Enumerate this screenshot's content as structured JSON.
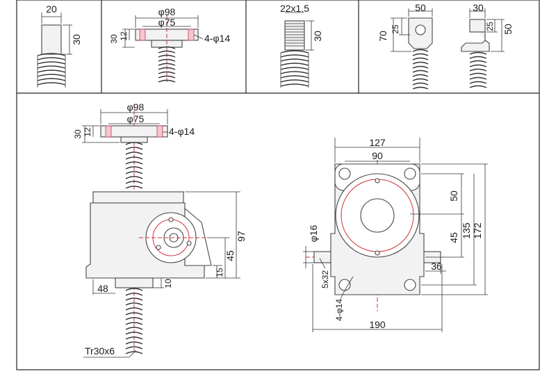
{
  "labels": {
    "top1_width": "20",
    "top1_height": "30",
    "top2_d98": "φ98",
    "top2_d75": "φ75",
    "top2_30": "30",
    "top2_12": "12",
    "top2_holes": "4-φ14",
    "top3_thread": "22x1.5",
    "top3_height": "30",
    "top4_width": "50",
    "top4_25": "25",
    "top4_70": "70",
    "top5_width": "30",
    "top5_25": "25",
    "top5_50": "50",
    "main_d98": "φ98",
    "main_d75": "φ75",
    "main_30": "30",
    "main_12": "12",
    "main_holes": "4-φ14",
    "main_97": "97",
    "main_45": "45",
    "main_15": "15",
    "main_10": "10",
    "main_48": "48",
    "main_thread": "Tr30x6",
    "right_127": "127",
    "right_90": "90",
    "right_50": "50",
    "right_45": "45",
    "right_135": "135",
    "right_172": "172",
    "right_d16": "φ16",
    "right_key": "5x32",
    "right_holes": "4-φ14",
    "right_36": "36",
    "right_190": "190"
  }
}
